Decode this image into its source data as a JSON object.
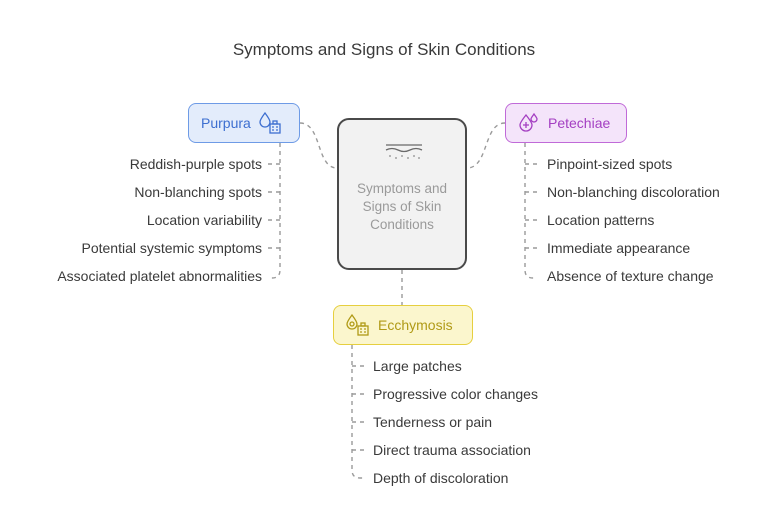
{
  "title": "Symptoms and Signs of Skin Conditions",
  "center": {
    "label": "Symptoms and Signs of Skin Conditions",
    "icon": "skin-layer-icon",
    "color": "#4a4a4a"
  },
  "branches": {
    "purpura": {
      "label": "Purpura",
      "icon": "blood-drop-hospital-icon",
      "color": "#6e9be6",
      "items": [
        "Reddish-purple spots",
        "Non-blanching spots",
        "Location variability",
        "Potential systemic symptoms",
        "Associated platelet abnormalities"
      ]
    },
    "petechiae": {
      "label": "Petechiae",
      "icon": "blood-drop-plus-icon",
      "color": "#c06ad8",
      "items": [
        "Pinpoint-sized spots",
        "Non-blanching discoloration",
        "Location patterns",
        "Immediate appearance",
        "Absence of texture change"
      ]
    },
    "ecchymosis": {
      "label": "Ecchymosis",
      "icon": "bruise-drop-icon",
      "color": "#e6cf3f",
      "items": [
        "Large patches",
        "Progressive color changes",
        "Tenderness or pain",
        "Direct trauma association",
        "Depth of discoloration"
      ]
    }
  }
}
